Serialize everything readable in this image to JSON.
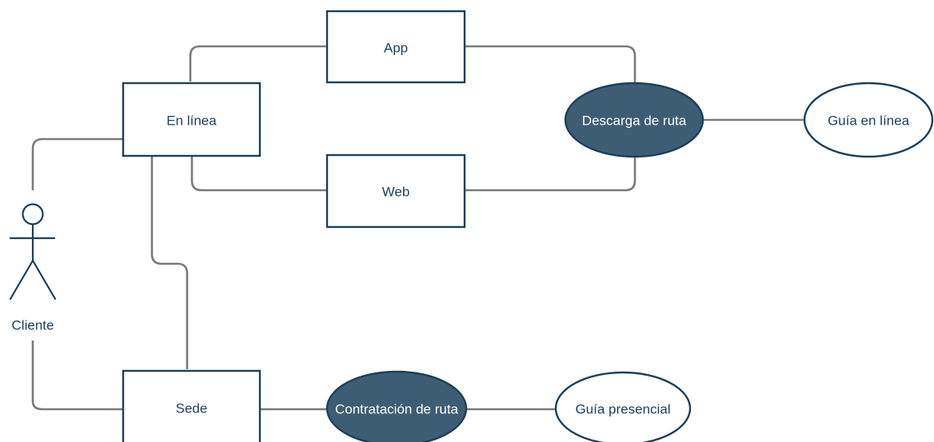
{
  "actor": {
    "label": "Cliente"
  },
  "nodes": {
    "en_linea": "En línea",
    "app": "App",
    "web": "Web",
    "descarga": "Descarga de ruta",
    "guia_linea": "Guía en línea",
    "sede": "Sede",
    "contratacion": "Contratación de ruta",
    "guia_presencial": "Guía presencial"
  },
  "colors": {
    "stroke": "#1c3f5a",
    "dark_fill": "#3d5d75",
    "connector": "#7a7a7a",
    "background": "#ffffff"
  }
}
